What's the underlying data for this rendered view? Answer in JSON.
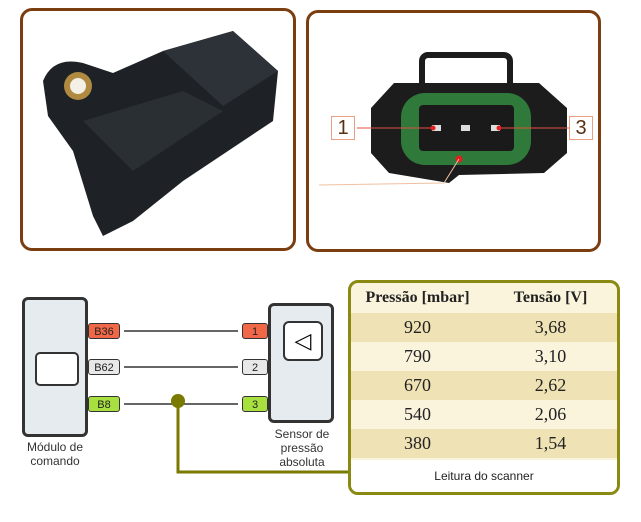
{
  "connector_callouts": {
    "left": "1",
    "right": "3"
  },
  "module": {
    "label_line1": "Módulo de",
    "label_line2": "comando",
    "pins": [
      "B36",
      "B62",
      "B8"
    ]
  },
  "sensor": {
    "label_line1": "Sensor de",
    "label_line2": "pressão",
    "label_line3": "absoluta",
    "pins": [
      "1",
      "2",
      "3"
    ]
  },
  "colors": {
    "pin_red": "#f06848",
    "pin_white": "#e8e8e8",
    "pin_green": "#a8e040",
    "signal_line": "#7a7a00"
  },
  "table": {
    "headers": [
      "Pressão [mbar]",
      "Tensão [V]"
    ],
    "rows": [
      [
        "920",
        "3,68"
      ],
      [
        "790",
        "3,10"
      ],
      [
        "670",
        "2,62"
      ],
      [
        "540",
        "2,06"
      ],
      [
        "380",
        "1,54"
      ]
    ],
    "footer": "Leitura do scanner"
  }
}
